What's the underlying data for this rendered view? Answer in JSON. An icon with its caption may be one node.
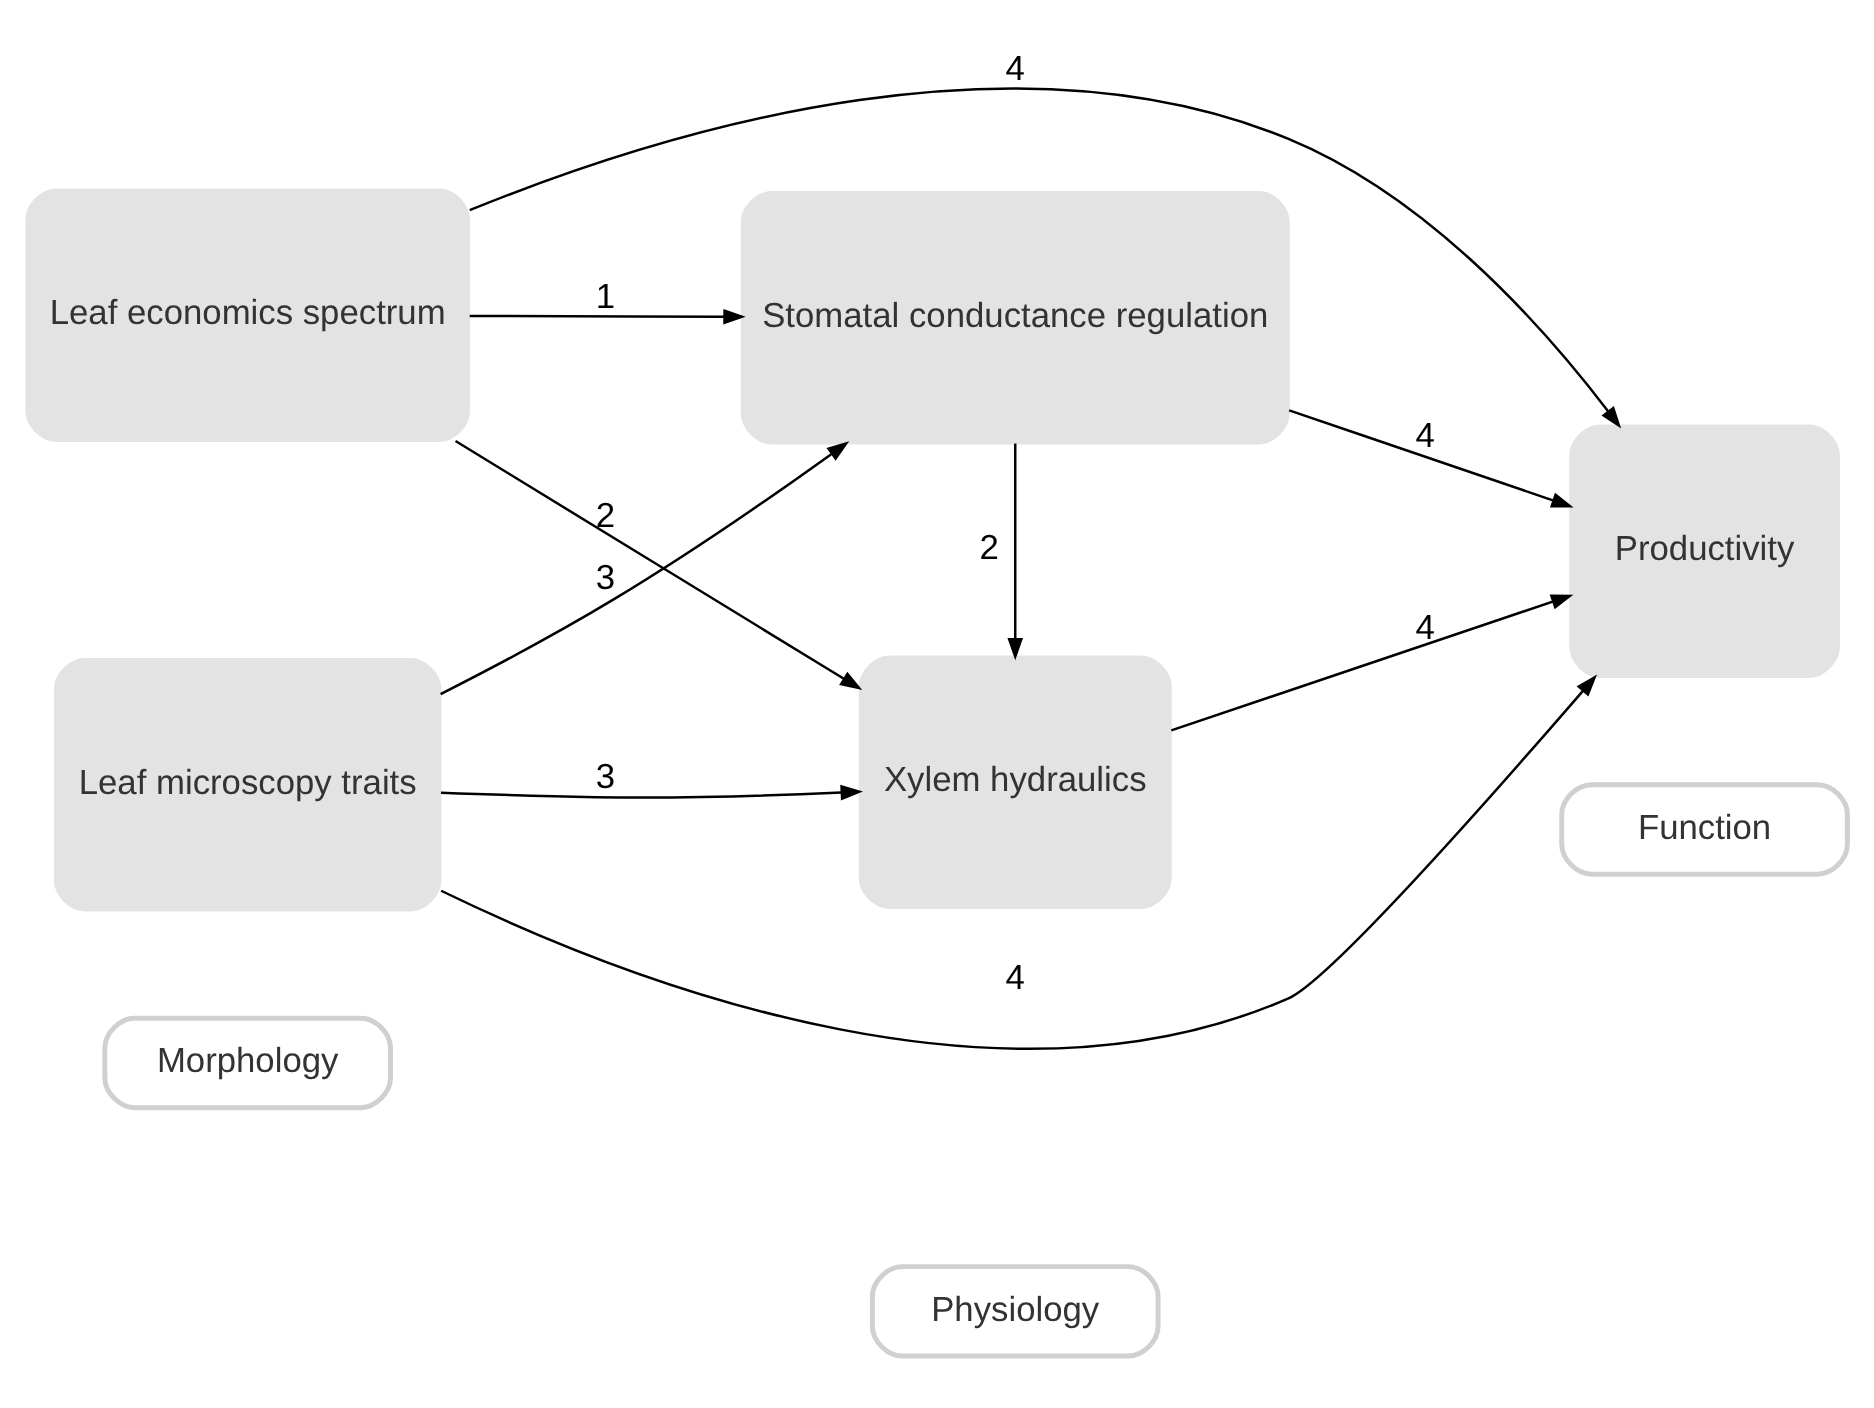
{
  "diagram": {
    "nodes": [
      {
        "text": [
          "Morphology"
        ]
      },
      {
        "text": [
          "Physiology"
        ]
      },
      {
        "text": [
          "Function"
        ]
      },
      {
        "text": [
          "Leaf economics spectrum"
        ]
      },
      {
        "text": [
          "Xylem hydraulics"
        ]
      },
      {
        "text": [
          "Leaf microscopy traits"
        ]
      },
      {
        "text": [
          "Stomatal conductance regulation"
        ]
      },
      {
        "text": [
          "Productivity"
        ]
      }
    ],
    "edges": [
      {
        "from": 3,
        "to": 4,
        "arrow": "to",
        "label": "2"
      },
      {
        "from": 4,
        "to": 7,
        "arrow": "to",
        "label": "4"
      },
      {
        "from": 3,
        "to": 7,
        "arrow": "to",
        "label": "4"
      },
      {
        "from": 3,
        "to": 6,
        "arrow": "to",
        "label": "1"
      },
      {
        "from": 5,
        "to": 4,
        "arrow": "to",
        "label": "3"
      },
      {
        "from": 6,
        "to": 4,
        "arrow": "to",
        "label": "2"
      },
      {
        "from": 5,
        "to": 7,
        "arrow": "to",
        "label": "4"
      },
      {
        "from": 5,
        "to": 6,
        "arrow": "to",
        "label": "3"
      },
      {
        "from": 6,
        "to": 7,
        "arrow": "to",
        "label": "4"
      }
    ]
  }
}
